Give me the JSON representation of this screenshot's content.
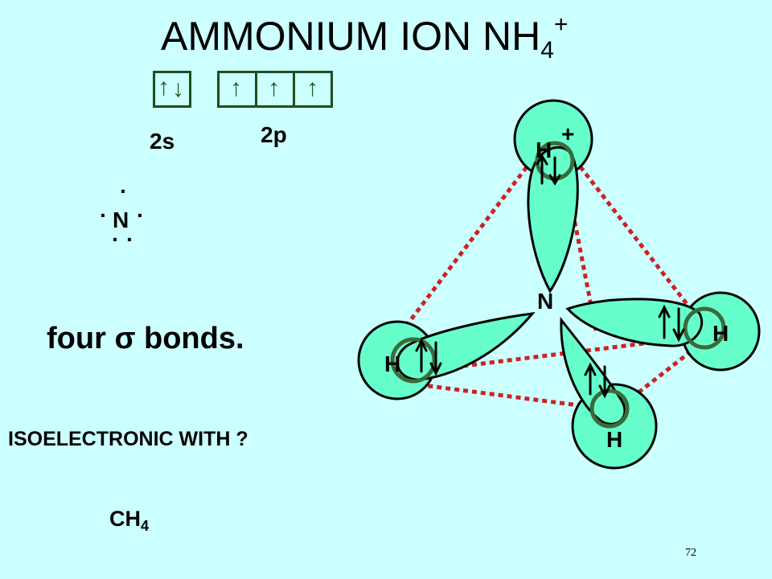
{
  "title": {
    "main": "AMMONIUM ION NH",
    "subscript": "4",
    "superscript": "+"
  },
  "orbitals": {
    "s_label": "2s",
    "p_label": "2p"
  },
  "lewis": {
    "symbol": "N"
  },
  "bonds_text": {
    "prefix": "four ",
    "sigma": "σ",
    "suffix": " bonds."
  },
  "question": "ISOELECTRONIC WITH ?",
  "answer": {
    "main": "CH",
    "subscript": "4"
  },
  "diagram": {
    "center": "N",
    "atoms": [
      "H",
      "H",
      "H",
      "H"
    ],
    "charge": "+"
  },
  "page_number": "72",
  "colors": {
    "background": "#ccffff",
    "lobe": "#66ffcc",
    "bond_line": "#cc2222",
    "arrow": "#1f5f1f"
  }
}
